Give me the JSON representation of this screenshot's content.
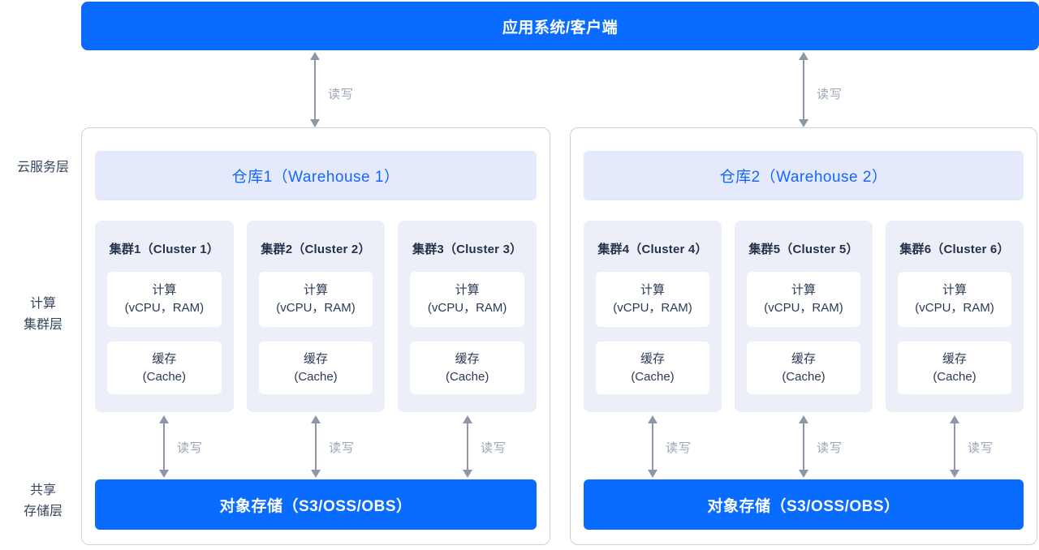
{
  "title_bar": {
    "label": "应用系统/客户端"
  },
  "layers": [
    {
      "label": "云服务层"
    },
    {
      "label": "计算\n集群层"
    },
    {
      "label": "共享\n存储层"
    }
  ],
  "arrows": {
    "readwrite_label": "读写"
  },
  "warehouses": [
    {
      "title": "仓库1（Warehouse 1）",
      "clusters": [
        {
          "title": "集群1（Cluster 1）",
          "compute_name": "计算",
          "compute_detail": "(vCPU，RAM)",
          "cache_name": "缓存",
          "cache_detail": "(Cache)"
        },
        {
          "title": "集群2（Cluster 2）",
          "compute_name": "计算",
          "compute_detail": "(vCPU，RAM)",
          "cache_name": "缓存",
          "cache_detail": "(Cache)"
        },
        {
          "title": "集群3（Cluster 3）",
          "compute_name": "计算",
          "compute_detail": "(vCPU，RAM)",
          "cache_name": "缓存",
          "cache_detail": "(Cache)"
        }
      ],
      "storage_label": "对象存储（S3/OSS/OBS）"
    },
    {
      "title": "仓库2（Warehouse 2）",
      "clusters": [
        {
          "title": "集群4（Cluster 4）",
          "compute_name": "计算",
          "compute_detail": "(vCPU，RAM)",
          "cache_name": "缓存",
          "cache_detail": "(Cache)"
        },
        {
          "title": "集群5（Cluster 5）",
          "compute_name": "计算",
          "compute_detail": "(vCPU，RAM)",
          "cache_name": "缓存",
          "cache_detail": "(Cache)"
        },
        {
          "title": "集群6（Cluster 6）",
          "compute_name": "计算",
          "compute_detail": "(vCPU，RAM)",
          "cache_name": "缓存",
          "cache_detail": "(Cache)"
        }
      ],
      "storage_label": "对象存储（S3/OSS/OBS）"
    }
  ],
  "colors": {
    "primary_blue": "#0a6cff",
    "warehouse_header_bg": "#e4e9fc",
    "warehouse_header_text": "#1567ff",
    "cluster_bg": "#eceff8",
    "panel_border": "#c8d1e0",
    "arrow_gray": "#8d97a9",
    "label_gray": "#9aa4b6",
    "text_dark": "#24324b"
  }
}
